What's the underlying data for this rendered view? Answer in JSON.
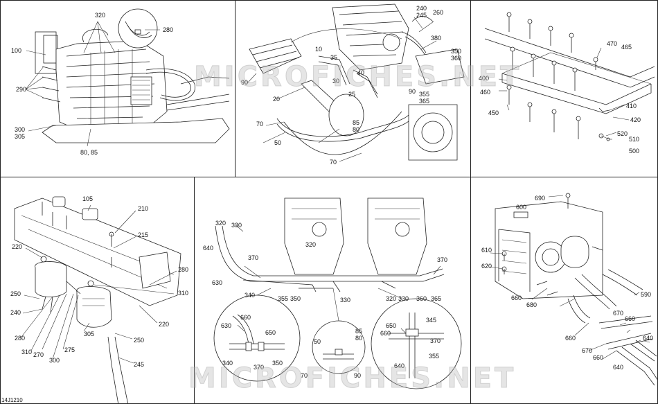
{
  "figure_ref": "14J1210",
  "watermark": "MICROFICHES.NET",
  "panels": [
    {
      "labels": [
        {
          "id": "p1-320",
          "text": "320"
        },
        {
          "id": "p1-280",
          "text": "280"
        },
        {
          "id": "p1-100",
          "text": "100"
        },
        {
          "id": "p1-290",
          "text": "290"
        },
        {
          "id": "p1-300",
          "text": "300"
        },
        {
          "id": "p1-305",
          "text": "305"
        },
        {
          "id": "p1-8085",
          "text": "80, 85"
        }
      ]
    },
    {
      "labels": [
        {
          "id": "p2-240",
          "text": "240"
        },
        {
          "id": "p2-245",
          "text": "245"
        },
        {
          "id": "p2-260",
          "text": "260"
        },
        {
          "id": "p2-380",
          "text": "380"
        },
        {
          "id": "p2-10",
          "text": "10"
        },
        {
          "id": "p2-35",
          "text": "35"
        },
        {
          "id": "p2-350",
          "text": "350"
        },
        {
          "id": "p2-360",
          "text": "360"
        },
        {
          "id": "p2-40",
          "text": "40"
        },
        {
          "id": "p2-30",
          "text": "30"
        },
        {
          "id": "p2-90a",
          "text": "90"
        },
        {
          "id": "p2-25",
          "text": "25"
        },
        {
          "id": "p2-90b",
          "text": "90"
        },
        {
          "id": "p2-355",
          "text": "355"
        },
        {
          "id": "p2-365",
          "text": "365"
        },
        {
          "id": "p2-20",
          "text": "20"
        },
        {
          "id": "p2-85",
          "text": "85"
        },
        {
          "id": "p2-80",
          "text": "80"
        },
        {
          "id": "p2-70a",
          "text": "70"
        },
        {
          "id": "p2-50",
          "text": "50"
        },
        {
          "id": "p2-70b",
          "text": "70"
        }
      ]
    },
    {
      "labels": [
        {
          "id": "p3-470",
          "text": "470"
        },
        {
          "id": "p3-465",
          "text": "465"
        },
        {
          "id": "p3-400",
          "text": "400"
        },
        {
          "id": "p3-460",
          "text": "460"
        },
        {
          "id": "p3-450",
          "text": "450"
        },
        {
          "id": "p3-410",
          "text": "410"
        },
        {
          "id": "p3-420",
          "text": "420"
        },
        {
          "id": "p3-520",
          "text": "520"
        },
        {
          "id": "p3-510",
          "text": "510"
        },
        {
          "id": "p3-500",
          "text": "500"
        }
      ]
    },
    {
      "labels": [
        {
          "id": "p4-105",
          "text": "105"
        },
        {
          "id": "p4-210",
          "text": "210"
        },
        {
          "id": "p4-215",
          "text": "215"
        },
        {
          "id": "p4-220a",
          "text": "220"
        },
        {
          "id": "p4-280",
          "text": "280"
        },
        {
          "id": "p4-310a",
          "text": "310"
        },
        {
          "id": "p4-250a",
          "text": "250"
        },
        {
          "id": "p4-240",
          "text": "240"
        },
        {
          "id": "p4-220b",
          "text": "220"
        },
        {
          "id": "p4-280b",
          "text": "280"
        },
        {
          "id": "p4-250b",
          "text": "250"
        },
        {
          "id": "p4-310b",
          "text": "310"
        },
        {
          "id": "p4-270",
          "text": "270"
        },
        {
          "id": "p4-275",
          "text": "275"
        },
        {
          "id": "p4-300",
          "text": "300"
        },
        {
          "id": "p4-305",
          "text": "305"
        },
        {
          "id": "p4-245",
          "text": "245"
        }
      ]
    },
    {
      "labels": [
        {
          "id": "p5-320a",
          "text": "320"
        },
        {
          "id": "p5-330a",
          "text": "330"
        },
        {
          "id": "p5-640a",
          "text": "640"
        },
        {
          "id": "p5-370a",
          "text": "370"
        },
        {
          "id": "p5-320b",
          "text": "320"
        },
        {
          "id": "p5-630a",
          "text": "630"
        },
        {
          "id": "p5-340a",
          "text": "340"
        },
        {
          "id": "p5-355a",
          "text": "355"
        },
        {
          "id": "p5-350a",
          "text": "350"
        },
        {
          "id": "p5-330b",
          "text": "330"
        },
        {
          "id": "p5-320c",
          "text": "320"
        },
        {
          "id": "p5-330c",
          "text": "330"
        },
        {
          "id": "p5-360",
          "text": "360"
        },
        {
          "id": "p5-365",
          "text": "365"
        },
        {
          "id": "p5-370b",
          "text": "370"
        },
        {
          "id": "p5-660a",
          "text": "660"
        },
        {
          "id": "p5-630b",
          "text": "630"
        },
        {
          "id": "p5-650a",
          "text": "650"
        },
        {
          "id": "p5-340b",
          "text": "340"
        },
        {
          "id": "p5-370c",
          "text": "370"
        },
        {
          "id": "p5-350b",
          "text": "350"
        },
        {
          "id": "p5-85",
          "text": "85"
        },
        {
          "id": "p5-80",
          "text": "80"
        },
        {
          "id": "p5-50",
          "text": "50"
        },
        {
          "id": "p5-70",
          "text": "70"
        },
        {
          "id": "p5-90",
          "text": "90"
        },
        {
          "id": "p5-650b",
          "text": "650"
        },
        {
          "id": "p5-345",
          "text": "345"
        },
        {
          "id": "p5-660b",
          "text": "660"
        },
        {
          "id": "p5-370d",
          "text": "370"
        },
        {
          "id": "p5-355b",
          "text": "355"
        },
        {
          "id": "p5-640b",
          "text": "640"
        }
      ]
    },
    {
      "labels": [
        {
          "id": "p6-690",
          "text": "690"
        },
        {
          "id": "p6-600",
          "text": "600"
        },
        {
          "id": "p6-610",
          "text": "610"
        },
        {
          "id": "p6-620",
          "text": "620"
        },
        {
          "id": "p6-590",
          "text": "590"
        },
        {
          "id": "p6-660a",
          "text": "660"
        },
        {
          "id": "p6-680",
          "text": "680"
        },
        {
          "id": "p6-670a",
          "text": "670"
        },
        {
          "id": "p6-660b",
          "text": "660"
        },
        {
          "id": "p6-660c",
          "text": "660"
        },
        {
          "id": "p6-670b",
          "text": "670"
        },
        {
          "id": "p6-660d",
          "text": "660"
        },
        {
          "id": "p6-640a",
          "text": "640"
        },
        {
          "id": "p6-640b",
          "text": "640"
        }
      ]
    }
  ]
}
